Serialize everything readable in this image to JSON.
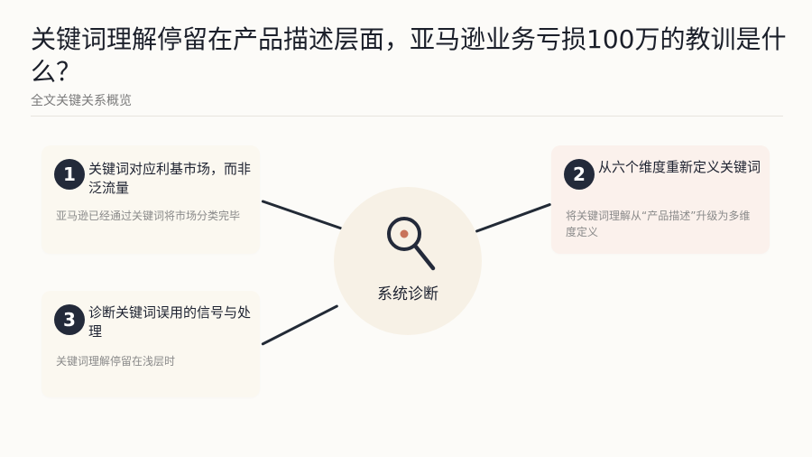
{
  "header": {
    "title": "关键词理解停留在产品描述层面，亚马逊业务亏损100万的教训是什么？",
    "subtitle": "全文关键关系概览"
  },
  "hub": {
    "label": "系统诊断",
    "icon": "magnifier-icon"
  },
  "cards": [
    {
      "number": "1",
      "title": "关键词对应利基市场，而非泛流量",
      "desc": "亚马逊已经通过关键词将市场分类完毕"
    },
    {
      "number": "2",
      "title": "从六个维度重新定义关键词",
      "desc": "将关键词理解从“产品描述”升级为多维度定义"
    },
    {
      "number": "3",
      "title": "诊断关键词误用的信号与处理",
      "desc": "关键词理解停留在浅层时"
    }
  ],
  "colors": {
    "accent": "#c8735a",
    "dark": "#232a3a",
    "card_warm": "#fbf8f0",
    "card_pink": "#fbf1ec"
  }
}
